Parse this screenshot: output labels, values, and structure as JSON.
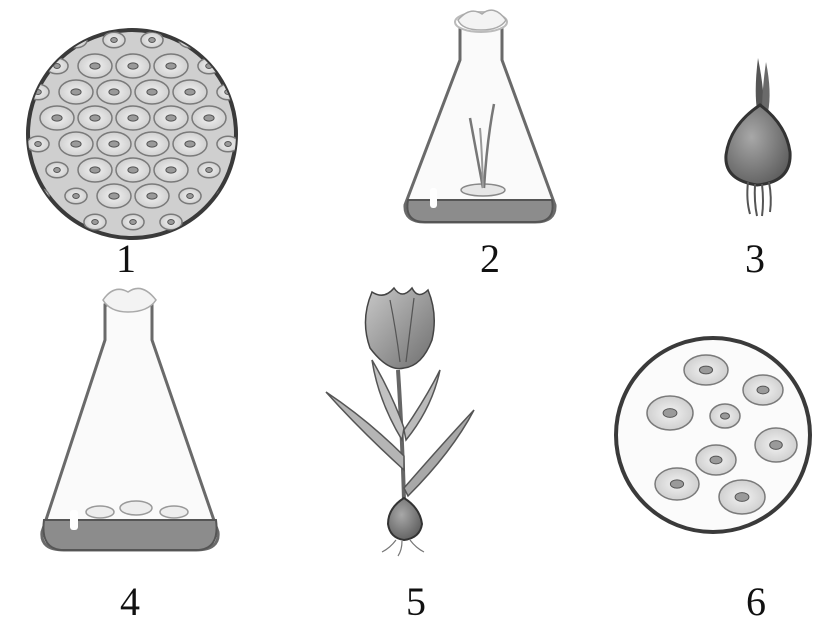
{
  "panels": [
    {
      "label": "1",
      "subject": "dense-cell-mass"
    },
    {
      "label": "2",
      "subject": "flask-with-sprout"
    },
    {
      "label": "3",
      "subject": "bulb"
    },
    {
      "label": "4",
      "subject": "flask-with-callus"
    },
    {
      "label": "5",
      "subject": "tulip-plant"
    },
    {
      "label": "6",
      "subject": "loose-cells"
    }
  ],
  "colors": {
    "outline": "#3a3a3a",
    "cell_fill": "#d9d9d9",
    "nucleus": "#8a8a8a",
    "medium": "#8c8c8c",
    "bulb": "#7a7a7a",
    "flower": "#9a9a9a",
    "leaf": "#b5b5b5"
  }
}
